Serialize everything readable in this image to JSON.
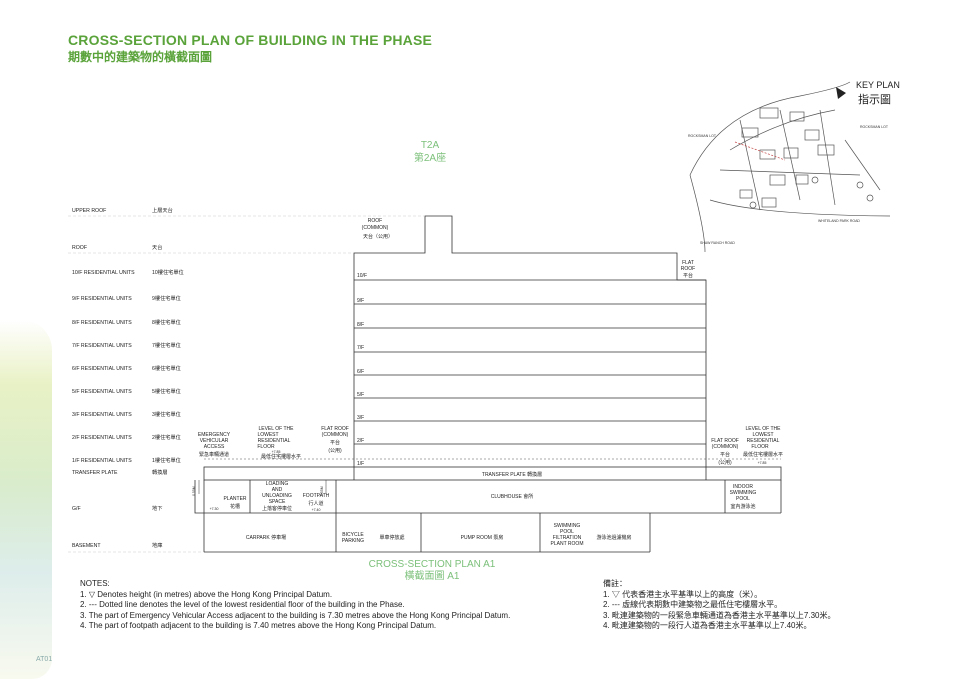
{
  "title": {
    "en": "CROSS-SECTION PLAN OF BUILDING IN THE PHASE",
    "zh": "期數中的建築物的橫截面圖"
  },
  "key_plan": {
    "en": "KEY PLAN",
    "zh": "指示圖"
  },
  "tower": {
    "en": "T2A",
    "zh": "第2A座"
  },
  "plan_caption": {
    "en": "CROSS-SECTION PLAN A1",
    "zh": "橫截面圖 A1"
  },
  "floors": [
    {
      "en": "UPPER ROOF",
      "zh": "上層天台"
    },
    {
      "en": "ROOF",
      "zh": "天台"
    },
    {
      "en": "10/F   RESIDENTIAL UNITS",
      "zh": "10樓住宅單位"
    },
    {
      "en": "9/F   RESIDENTIAL UNITS",
      "zh": "9樓住宅單位"
    },
    {
      "en": "8/F   RESIDENTIAL UNITS",
      "zh": "8樓住宅單位"
    },
    {
      "en": "7/F   RESIDENTIAL UNITS",
      "zh": "7樓住宅單位"
    },
    {
      "en": "6/F   RESIDENTIAL UNITS",
      "zh": "6樓住宅單位"
    },
    {
      "en": "5/F   RESIDENTIAL UNITS",
      "zh": "5樓住宅單位"
    },
    {
      "en": "3/F   RESIDENTIAL UNITS",
      "zh": "3樓住宅單位"
    },
    {
      "en": "2/F   RESIDENTIAL UNITS",
      "zh": "2樓住宅單位"
    },
    {
      "en": "1/F   RESIDENTIAL UNITS",
      "zh": "1樓住宅單位"
    },
    {
      "en": "TRANSFER PLATE",
      "zh": "轉換層"
    },
    {
      "en": "G/F",
      "zh": "地下"
    },
    {
      "en": "BASEMENT",
      "zh": "地庫"
    }
  ],
  "floor_marks": [
    "10/F",
    "9/F",
    "8/F",
    "7/F",
    "6/F",
    "5/F",
    "3/F",
    "2/F",
    "1/F"
  ],
  "labels": {
    "roof_common_en1": "ROOF",
    "roof_common_en2": "(COMMON)",
    "roof_common_zh": "天台（公用）",
    "flat_roof_right_en1": "FLAT",
    "flat_roof_right_en2": "ROOF",
    "flat_roof_right_zh": "平台",
    "eva_en1": "EMERGENCY",
    "eva_en2": "VEHICULAR",
    "eva_en3": "ACCESS",
    "eva_zh": "緊急車輛通道",
    "lowest_en1": "LEVEL OF THE",
    "lowest_en2": "LOWEST",
    "lowest_en3": "RESIDENTIAL",
    "lowest_en4": "FLOOR",
    "lowest_val": "+7.85",
    "lowest_zh": "最低住宅樓層水平",
    "flat_roof_common_en1": "FLAT ROOF",
    "flat_roof_common_en2": "(COMMON)",
    "flat_roof_common_zh1": "平台",
    "flat_roof_common_zh2": "(公用)",
    "flat_roof_r2_en1": "FLAT ROOF",
    "flat_roof_r2_en2": "(COMMON)",
    "flat_roof_r2_zh1": "平台",
    "flat_roof_r2_zh2": "(公用)",
    "lowest_r_en1": "LEVEL OF THE",
    "lowest_r_en2": "LOWEST",
    "lowest_r_en3": "RESIDENTIAL",
    "lowest_r_en4": "FLOOR",
    "lowest_r_val": "+7.85",
    "lowest_r_zh": "最低住宅樓層水平",
    "transfer_plate": "TRANSFER PLATE   轉換層",
    "planter_en": "PLANTER",
    "planter_zh": "花槽",
    "planter_val": "+7.30",
    "loading_en1": "LOADING",
    "loading_en2": "AND",
    "loading_en3": "UNLOADING",
    "loading_en4": "SPACE",
    "loading_zh": "上落客停車位",
    "footpath_en": "FOOTPATH",
    "footpath_zh": "行人道",
    "footpath_val": "+7.40",
    "clubhouse": "CLUBHOUSE   會所",
    "indoor_pool_en1": "INDOOR",
    "indoor_pool_en2": "SWIMMING",
    "indoor_pool_en3": "POOL",
    "indoor_pool_zh": "室內游泳池",
    "carpark": "CARPARK   停車場",
    "bicycle_en1": "BICYCLE",
    "bicycle_en2": "PARKING",
    "bicycle_zh": "單車停放處",
    "pump": "PUMP ROOM   泵房",
    "filtration_en1": "SWIMMING",
    "filtration_en2": "POOL",
    "filtration_en3": "FILTRATION",
    "filtration_en4": "PLANT ROOM",
    "filtration_zh": "游泳池過濾機房",
    "dim_left": "0.55M",
    "dim_mid": "0.55M"
  },
  "keyplan_roads": {
    "west": "ROCKSMAN LOT",
    "east": "ROCKSMAN LOT",
    "south": "WHITELAND PARK ROAD",
    "southwest": "SHAW RANCH ROAD"
  },
  "notes_en": [
    "NOTES:",
    "1. ▽ Denotes height (in metres) above the Hong Kong Principal Datum.",
    "2. --- Dotted line denotes the level of the lowest residential floor of the building in the Phase.",
    "3. The part of Emergency Vehicular Access adjacent to the building is 7.30 metres above the Hong Kong Principal Datum.",
    "4. The part of footpath adjacent to the building is 7.40 metres above the Hong Kong Principal Datum."
  ],
  "notes_zh": [
    "備註：",
    "1.  ▽ 代表香港主水平基準以上的高度（米）。",
    "2.  --- 虛線代表期數中建築物之最低住宅樓層水平。",
    "3.  毗連建築物的一段緊急車輛通道為香港主水平基準以上7.30米。",
    "4.  毗連建築物的一段行人道為香港主水平基準以上7.40米。"
  ],
  "page_number": "AT01",
  "colors": {
    "title_green": "#5aa33a",
    "caption_green": "#7cc07a",
    "line": "#333333"
  }
}
